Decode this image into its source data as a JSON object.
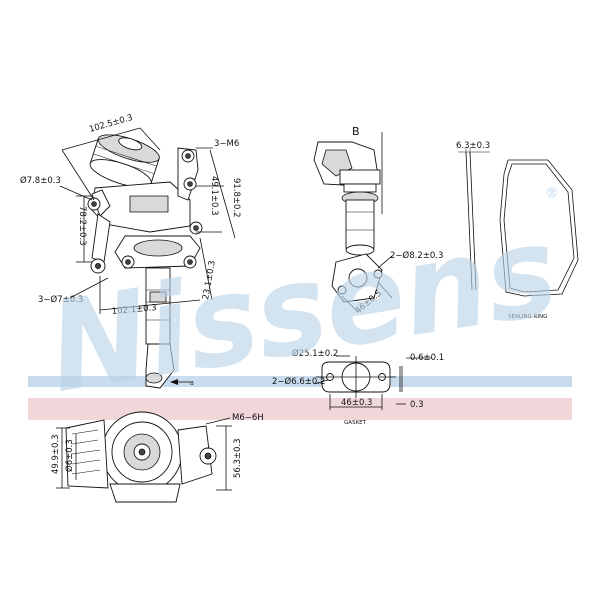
{
  "watermark": {
    "text": "Nissens",
    "registered": "®",
    "text_color": "#b9d3e8",
    "band_blue": "#c9dced",
    "band_pink": "#f1d6da"
  },
  "view_labels": {
    "b": "B",
    "arrow_b": "B"
  },
  "main_view": {
    "d1": "102.5±0.3",
    "d2": "3−M6",
    "d3": "Ø7.8±0.3",
    "d4": "91.8±0.2",
    "d5": "49.1±0.3",
    "d6": "78.2±0.3",
    "d7": "23.1±0.3",
    "d8": "3−Ø7±0.3",
    "d9": "102.1±0.3"
  },
  "side_view": {
    "d1": "2−Ø8.2±0.3",
    "d2": "46±0.5"
  },
  "ring_view": {
    "thickness": "6.3±0.3",
    "caption": "SEALING RING"
  },
  "gasket_view": {
    "d1": "Ø25.1±0.2",
    "d2": "2−Ø6.6±0.2",
    "d3": "46±0.3",
    "d4": "0.6±0.1",
    "d5": "0.3",
    "caption": "GASKET"
  },
  "bottom_view": {
    "d1": "M6−6H",
    "d2": "49.9±0.3",
    "d3": "Ø6±0.3",
    "d4": "56.3±0.3"
  }
}
